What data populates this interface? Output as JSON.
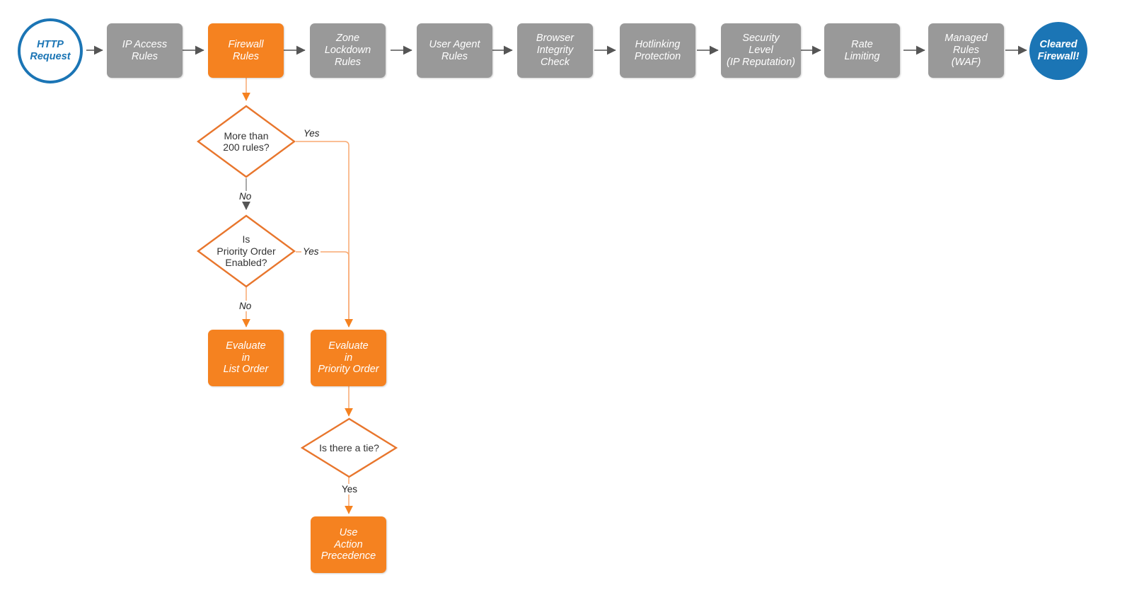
{
  "diagram": {
    "title": "Cloudflare firewall rules evaluation order flowchart",
    "colors": {
      "gray_node": "#999999",
      "orange_node": "#f58220",
      "blue": "#1b75b5",
      "orange_line": "#f58220",
      "orange_line_light": "#f9a870",
      "gray_line": "#666666",
      "background": "#ffffff",
      "diamond_text": "#333333"
    },
    "pipeline": [
      {
        "id": "http-request",
        "label": "HTTP\nRequest",
        "shape": "circle-open",
        "style": "blue"
      },
      {
        "id": "ip-access-rules",
        "label": "IP Access\nRules",
        "shape": "rect",
        "style": "gray"
      },
      {
        "id": "firewall-rules",
        "label": "Firewall\nRules",
        "shape": "rect",
        "style": "orange"
      },
      {
        "id": "zone-lockdown-rules",
        "label": "Zone\nLockdown\nRules",
        "shape": "rect",
        "style": "gray"
      },
      {
        "id": "user-agent-rules",
        "label": "User Agent\nRules",
        "shape": "rect",
        "style": "gray"
      },
      {
        "id": "browser-integrity-check",
        "label": "Browser\nIntegrity\nCheck",
        "shape": "rect",
        "style": "gray"
      },
      {
        "id": "hotlinking-protection",
        "label": "Hotlinking\nProtection",
        "shape": "rect",
        "style": "gray"
      },
      {
        "id": "security-level",
        "label": "Security\nLevel\n(IP Reputation)",
        "shape": "rect",
        "style": "gray"
      },
      {
        "id": "rate-limiting",
        "label": "Rate\nLimiting",
        "shape": "rect",
        "style": "gray"
      },
      {
        "id": "managed-rules-waf",
        "label": "Managed\nRules\n(WAF)",
        "shape": "rect",
        "style": "gray"
      },
      {
        "id": "cleared-firewall",
        "label": "Cleared\nFirewall!",
        "shape": "circle-solid",
        "style": "blue"
      }
    ],
    "decisions": [
      {
        "id": "more-than-200-rules",
        "label": "More than\n200 rules?"
      },
      {
        "id": "is-priority-order-enabled",
        "label": "Is\nPriority Order\nEnabled?"
      },
      {
        "id": "is-there-a-tie",
        "label": "Is there a tie?"
      }
    ],
    "outcomes": [
      {
        "id": "evaluate-in-list-order",
        "label": "Evaluate\nin\nList Order"
      },
      {
        "id": "evaluate-in-priority-order",
        "label": "Evaluate\nin\nPriority Order"
      },
      {
        "id": "use-action-precedence",
        "label": "Use\nAction\nPrecedence"
      }
    ],
    "edge_labels": {
      "more_than_200_yes": "Yes",
      "more_than_200_no": "No",
      "priority_order_yes": "Yes",
      "priority_order_no": "No",
      "tie_yes": "Yes"
    }
  }
}
